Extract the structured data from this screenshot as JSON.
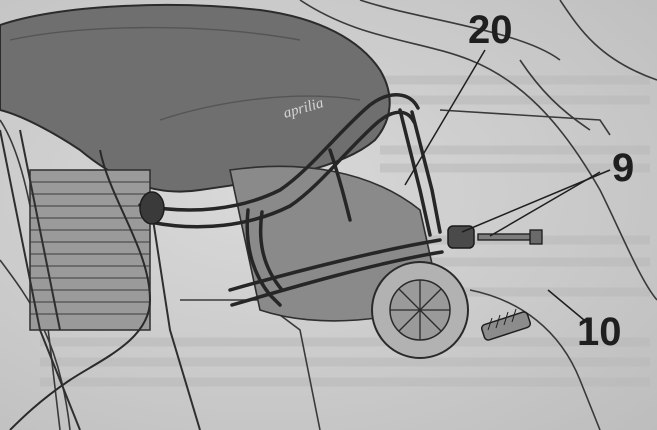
{
  "callouts": {
    "part_20": "20",
    "part_9": "9",
    "part_10": "10"
  },
  "tank_brand": "aprilia"
}
